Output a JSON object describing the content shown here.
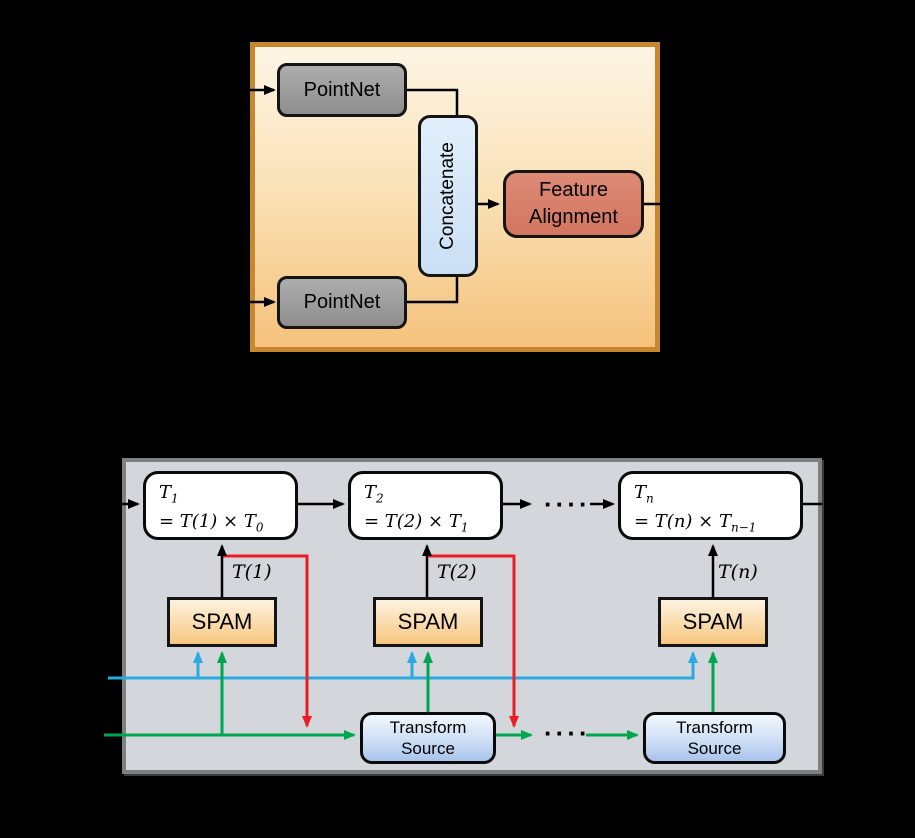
{
  "top_panel": {
    "pointnet_top_label": "PointNet",
    "pointnet_bottom_label": "PointNet",
    "concatenate_label": "Concatenate",
    "feature_alignment_line1": "Feature",
    "feature_alignment_line2": "Alignment"
  },
  "bottom_panel": {
    "accum_boxes": [
      {
        "t": "T",
        "t_sub": "1",
        "eq": "= T(1) × T",
        "eq_sub": "0"
      },
      {
        "t": "T",
        "t_sub": "2",
        "eq": "= T(2) × T",
        "eq_sub": "1"
      },
      {
        "t": "T",
        "t_sub": "n",
        "eq": "= T(n) × T",
        "eq_sub": "n−1"
      }
    ],
    "spam_labels": [
      "SPAM",
      "SPAM",
      "SPAM"
    ],
    "t_arrow_labels": [
      "T(1)",
      "T(2)",
      "T(n)"
    ],
    "transform_source_boxes": [
      {
        "line1": "Transform",
        "line2": "Source"
      },
      {
        "line1": "Transform",
        "line2": "Source"
      }
    ],
    "ellipsis_top": "····",
    "ellipsis_bottom": "····"
  },
  "colors": {
    "background": "#000000",
    "top_panel_border": "#c7872e",
    "top_panel_fill_top": "#fdf5e5",
    "top_panel_fill_bottom": "#f5c27c",
    "bottom_panel_border": "#7e8184",
    "bottom_panel_fill": "#d3d7db",
    "pointnet_fill": "#9a9a9a",
    "concatenate_fill": "#d6e8f8",
    "feature_alignment_fill": "#d8806e",
    "spam_fill": "#f7c77e",
    "transform_source_fill": "#a7c3ec",
    "wire_black": "#000000",
    "wire_red": "#ec1c24",
    "wire_blue": "#29abe2",
    "wire_green": "#00a651"
  }
}
